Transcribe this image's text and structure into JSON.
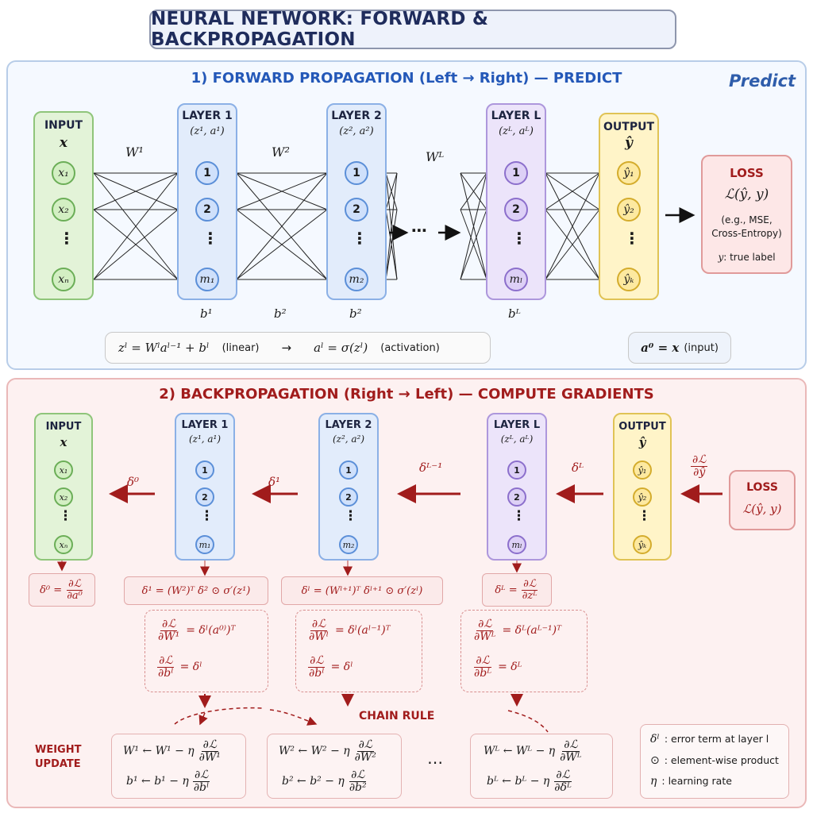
{
  "title": "NEURAL NETWORK: FORWARD & BACKPROPAGATION",
  "forward": {
    "title": "1) FORWARD PROPAGATION (Left → Right) — PREDICT",
    "predict": "Predict",
    "input": {
      "label": "INPUT",
      "var": "x",
      "nodes": [
        "x₁",
        "x₂",
        "⋮",
        "xₙ"
      ]
    },
    "layer1": {
      "label": "LAYER 1",
      "sub": "(z¹, a¹)",
      "nodes": [
        "1",
        "2",
        "⋮",
        "m₁"
      ],
      "bias": "b¹"
    },
    "layer2": {
      "label": "LAYER 2",
      "sub": "(z², a²)",
      "nodes": [
        "1",
        "2",
        "⋮",
        "m₂"
      ],
      "bias": "b²"
    },
    "layerL": {
      "label": "LAYER L",
      "sub": "(zᴸ, aᴸ)",
      "nodes": [
        "1",
        "2",
        "⋮",
        "mₗ"
      ],
      "bias": "bᴸ"
    },
    "output": {
      "label": "OUTPUT",
      "var": "ŷ",
      "nodes": [
        "ŷ₁",
        "ŷ₂",
        "⋮",
        "ŷₖ"
      ]
    },
    "weights": [
      "W¹",
      "W²",
      "Wᴸ"
    ],
    "mid_bias": "b²",
    "dots": "⋯",
    "loss": {
      "label": "LOSS",
      "formula": "ℒ(ŷ, y)",
      "examples": "(e.g., MSE, Cross-Entropy)",
      "true_label": ": true label",
      "y": "y"
    },
    "eq_linear": "zˡ = Wˡaˡ⁻¹ + bˡ",
    "eq_linear_tag": "(linear)",
    "eq_arrow": "→",
    "eq_act": "aˡ = σ(zˡ)",
    "eq_act_tag": "(activation)",
    "eq_input": "a⁰ = x",
    "eq_input_tag": "(input)"
  },
  "backward": {
    "title": "2) BACKPROPAGATION (Right → Left) — COMPUTE GRADIENTS",
    "input": {
      "label": "INPUT",
      "var": "x",
      "nodes": [
        "x₁",
        "x₂",
        "⋮",
        "xₙ"
      ]
    },
    "layer1": {
      "label": "LAYER 1",
      "sub": "(z¹, a¹)",
      "nodes": [
        "1",
        "2",
        "⋮",
        "m₁"
      ]
    },
    "layer2": {
      "label": "LAYER 2",
      "sub": "(z², a²)",
      "nodes": [
        "1",
        "2",
        "⋮",
        "m₂"
      ]
    },
    "layerL": {
      "label": "LAYER L",
      "sub": "(zᴸ, aᴸ)",
      "nodes": [
        "1",
        "2",
        "⋮",
        "mₗ"
      ]
    },
    "output": {
      "label": "OUTPUT",
      "var": "ŷ",
      "nodes": [
        "ŷ₁",
        "ŷ₂",
        "⋮",
        "ŷₖ"
      ]
    },
    "loss": {
      "label": "LOSS",
      "formula": "ℒ(ŷ, y)"
    },
    "dL_top": "∂ℒ",
    "dL_bot": "∂ŷ",
    "deltas": [
      "δ⁰",
      "δ¹",
      "δᴸ⁻¹",
      "δᴸ"
    ],
    "delta0": {
      "lhs": "δ⁰ =",
      "top": "∂ℒ",
      "bot": "∂a⁰"
    },
    "delta1": "δ¹ = (W²)ᵀ δ² ⊙ σ′(z¹)",
    "deltal": "δˡ = (Wˡ⁺¹)ᵀ δˡ⁺¹ ⊙ σ′(zˡ)",
    "deltaL": {
      "lhs": "δᴸ =",
      "top": "∂ℒ",
      "bot": "∂zᴸ"
    },
    "grad1": {
      "w_top": "∂ℒ",
      "w_bot": "∂W¹",
      "w_rhs": "= δˡ(a⁰⁾)ᵀ",
      "b_top": "∂ℒ",
      "b_bot": "∂bˡ",
      "b_rhs": "= δˡ"
    },
    "grad2": {
      "w_top": "∂ℒ",
      "w_bot": "∂Wˡ",
      "w_rhs": "= δˡ(aˡ⁻¹)ᵀ",
      "b_top": "∂ℒ",
      "b_bot": "∂bˡ",
      "b_rhs": "= δˡ"
    },
    "gradL": {
      "w_top": "∂ℒ",
      "w_bot": "∂Wᴸ",
      "w_rhs": "= δᴸ(aᴸ⁻¹)ᵀ",
      "b_top": "∂ℒ",
      "b_bot": "∂bᴸ",
      "b_rhs": "= δᴸ"
    },
    "chain_rule": "CHAIN RULE",
    "weight_update": "WEIGHT\nUPDATE",
    "update1": {
      "w_lhs": "W¹ ←  W¹ − η",
      "w_top": "∂ℒ",
      "w_bot": "∂W¹",
      "b_lhs": "b¹ ←  b¹ − η",
      "b_top": "∂ℒ",
      "b_bot": "∂bˡ"
    },
    "update2": {
      "w_lhs": "W² ←  W² − η",
      "w_top": "∂ℒ",
      "w_bot": "∂W²",
      "b_lhs": "b² ←  b² − η",
      "b_top": "∂ℒ",
      "b_bot": "∂b²"
    },
    "updateL": {
      "w_lhs": "Wᴸ ←  Wᴸ − η",
      "w_top": "∂ℒ",
      "w_bot": "∂Wᴸ",
      "b_lhs": "bᴸ ←  bᴸ − η",
      "b_top": "∂ℒ",
      "b_bot": "∂δᴸ"
    },
    "update_dots": "⋯",
    "legend": [
      {
        "sym": "δˡ",
        "text": ": error term at layer l"
      },
      {
        "sym": "⊙",
        "text": ": element-wise product"
      },
      {
        "sym": "η",
        "text": ": learning rate"
      }
    ]
  },
  "colors": {
    "forward_accent": "#2458b8",
    "backward_accent": "#a11c1c"
  }
}
